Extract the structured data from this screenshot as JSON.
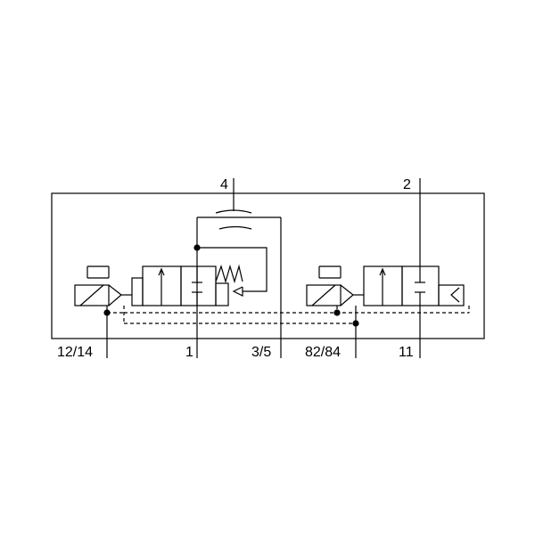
{
  "ports": {
    "p4": "4",
    "p2": "2",
    "p12_14": "12/14",
    "p1": "1",
    "p3_5": "3/5",
    "p82_84": "82/84",
    "p11": "11"
  },
  "colors": {
    "line": "#000000",
    "background": "#ffffff"
  }
}
